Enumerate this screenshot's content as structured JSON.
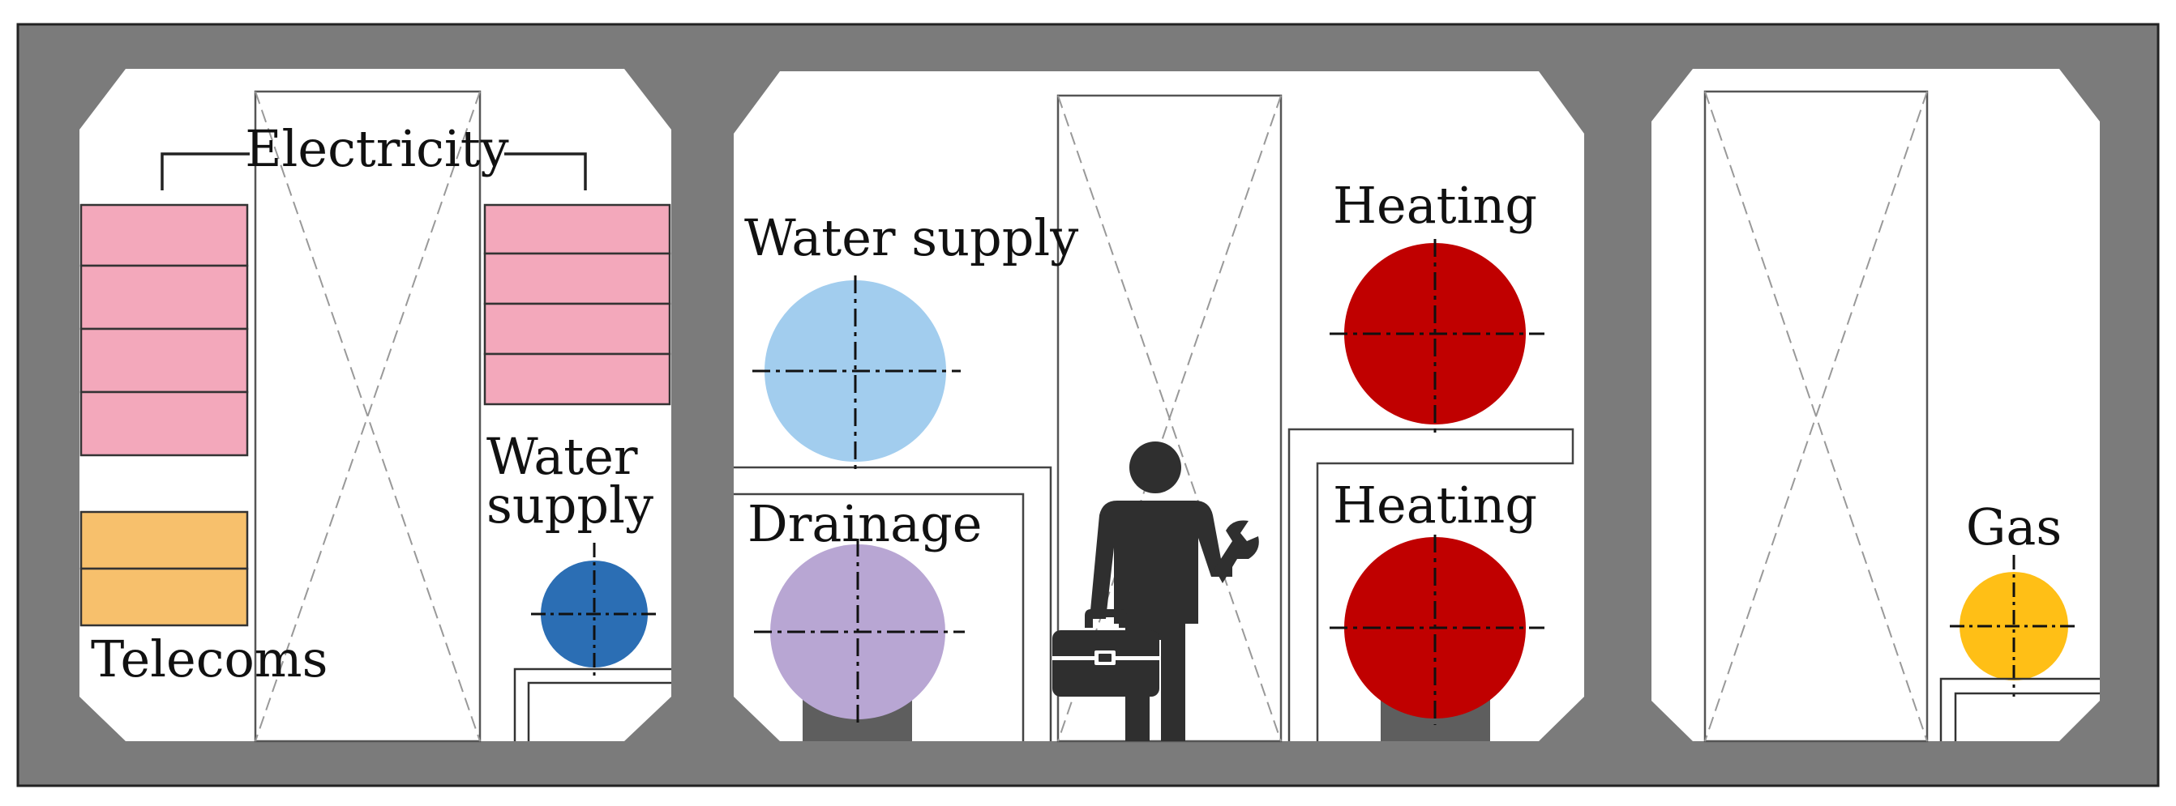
{
  "labels": {
    "electricity": "Electricity",
    "telecoms": "Telecoms",
    "water_supply_small_line1": "Water",
    "water_supply_small_line2": "supply",
    "water_supply_large": "Water supply",
    "drainage": "Drainage",
    "heating_upper": "Heating",
    "heating_lower": "Heating",
    "gas": "Gas"
  },
  "icons": {
    "worker": "maintenance-worker-with-toolbox-and-wrench-icon"
  },
  "colors": {
    "frame": "#7b7b7b",
    "tunnel": "#ffffff",
    "outline": "#555555",
    "electricity": "#f3a8bb",
    "telecoms": "#f7c06c",
    "water_supply_small": "#2b6eb4",
    "water_supply_large": "#a2cdee",
    "drainage": "#b8a6d3",
    "heating": "#c00000",
    "gas": "#ffbf16",
    "pipe_support": "#5e5e5e",
    "worker": "#2f2f2f"
  }
}
